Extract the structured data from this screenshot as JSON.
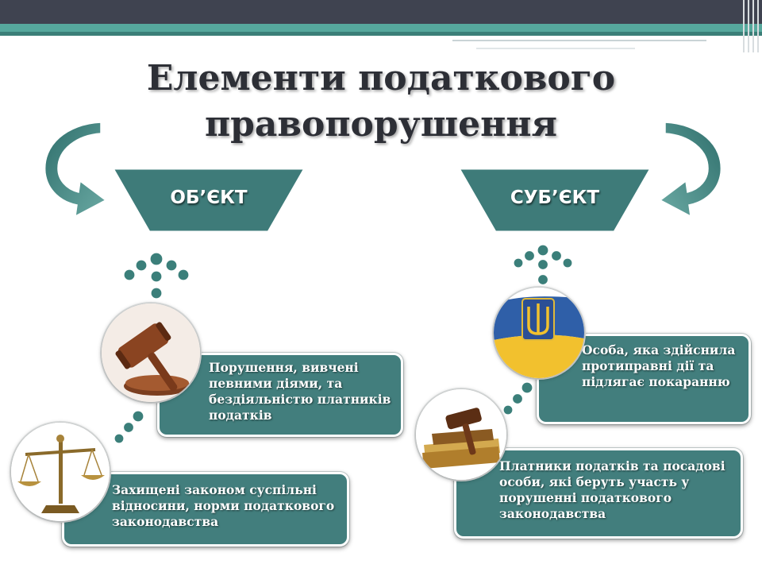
{
  "title": {
    "line1": "Елементи податкового",
    "line2": "правопорушення"
  },
  "left": {
    "header": "ОБ’ЄКТ",
    "box1": "Порушення, вивчені певними діями, та бездіяльністю платників податків",
    "box2": "Захищені законом суспільні відносини, норми податкового законодавства"
  },
  "right": {
    "header": "СУБ’ЄКТ",
    "box1": "Особа, яка здійснила протиправні дії та підлягає покаранню",
    "box2": "Платники податків та посадові особи, які беруть участь у порушенні податкового законодавства"
  },
  "colors": {
    "teal_box": "#427e7d",
    "teal_header": "#3e7b79",
    "dot": "#3b7f7a",
    "top_bar": "#3f4350"
  }
}
